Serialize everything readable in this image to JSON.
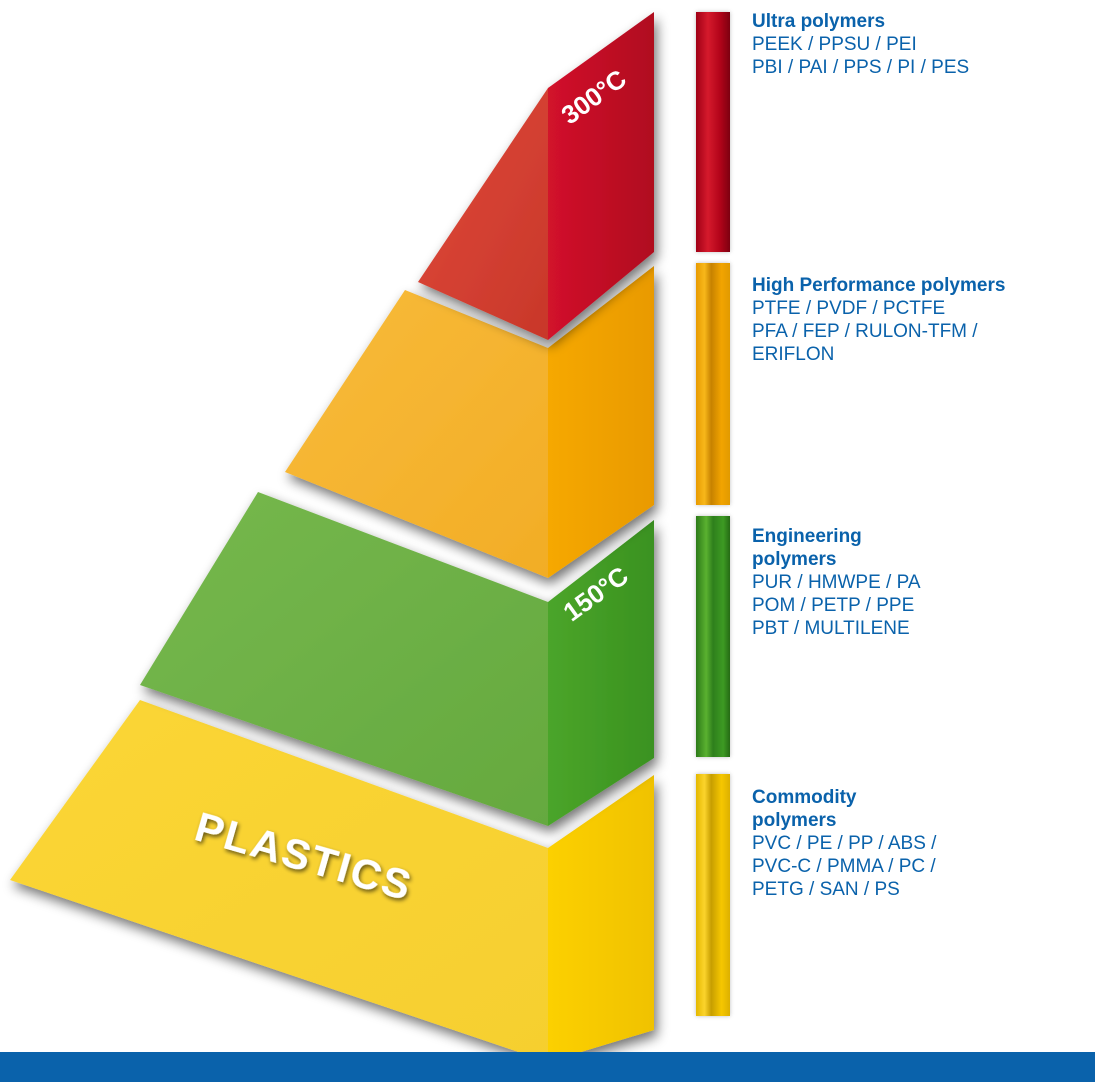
{
  "pyramid": {
    "base_label": "PLASTICS",
    "temp_top": "300°C",
    "temp_mid": "150°C"
  },
  "tiers": [
    {
      "title": "Ultra polymers",
      "lines": [
        "PEEK / PPSU / PEI",
        "PBI / PAI / PPS / PI / PES"
      ],
      "color": "#c8102e"
    },
    {
      "title": "High Performance polymers",
      "lines": [
        "PTFE / PVDF / PCTFE",
        "PFA / FEP / RULON-TFM /",
        "ERIFLON"
      ],
      "color": "#f5a800"
    },
    {
      "title_lines": [
        "Engineering",
        "polymers"
      ],
      "lines": [
        "PUR / HMWPE / PA",
        "POM / PETP / PPE",
        "PBT / MULTILENE"
      ],
      "color": "#4aa12a"
    },
    {
      "title_lines": [
        "Commodity",
        "polymers"
      ],
      "lines": [
        "PVC / PE / PP / ABS /",
        "PVC-C / PMMA / PC /",
        "PETG / SAN / PS"
      ],
      "color": "#f9cf1b"
    }
  ],
  "colors": {
    "text_blue": "#0a62ab",
    "band_blue": "#0a62ab"
  }
}
